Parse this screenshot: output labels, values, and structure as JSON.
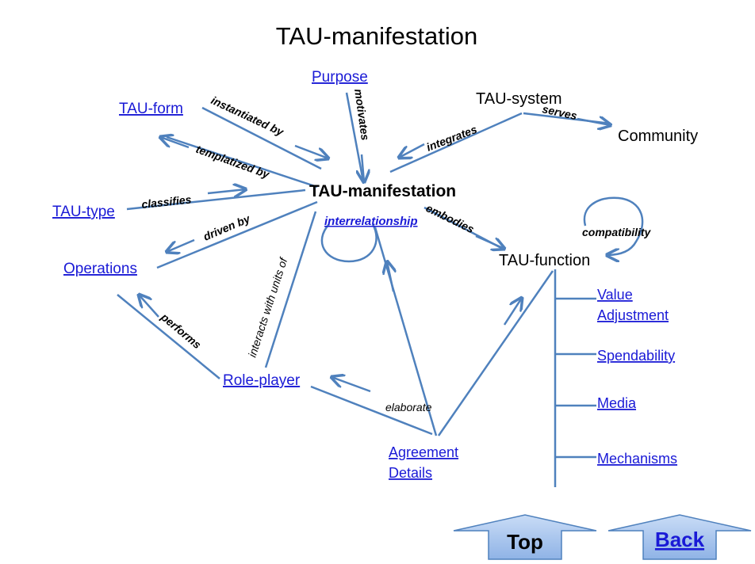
{
  "title": "TAU-manifestation",
  "nodes": {
    "purpose": "Purpose",
    "tau_form": "TAU-form",
    "tau_system": "TAU-system",
    "community": "Community",
    "tau_type": "TAU-type",
    "center": "TAU-manifestation",
    "operations": "Operations",
    "tau_function": "TAU-function",
    "role_player": "Role-player",
    "agreement_line1": "Agreement",
    "agreement_line2": "Details",
    "interrelationship": "interrelationship",
    "value_line1": "Value",
    "value_line2": "Adjustment",
    "spendability": "Spendability",
    "media": "Media",
    "mechanisms": "Mechanisms"
  },
  "edges": {
    "instantiated_by": "instantiated by",
    "motivates": "motivates",
    "integrates": "integrates",
    "serves": "serves",
    "templatized_by": "templatized by",
    "classifies": "classifies",
    "driven_by": "driven by",
    "embodies": "embodies",
    "compatibility": "compatibility",
    "interacts_with": "interacts with units of",
    "performs": "performs",
    "elaborate": "elaborate"
  },
  "nav": {
    "top": "Top",
    "back": "Back"
  },
  "colors": {
    "arrow": "#4f81bd",
    "link": "#1a1ad6",
    "nav_fill": "#a9c7f0"
  }
}
